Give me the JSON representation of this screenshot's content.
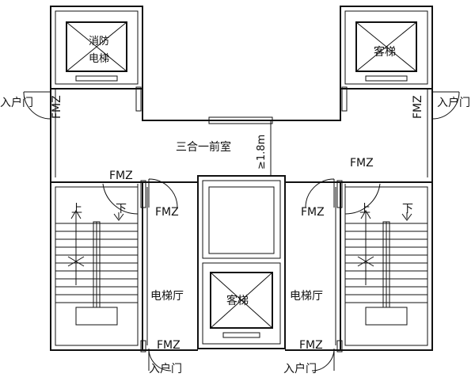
{
  "labels": {
    "fire_elevator_line1": "消防",
    "fire_elevator_line2": "电梯",
    "passenger_elevator": "客梯",
    "passenger_elevator_center": "客梯",
    "combined_lobby": "三合一前室",
    "min_width": "≥1.8m",
    "elevator_hall_left": "电梯厅",
    "elevator_hall_right": "电梯厅",
    "door_fm": "FMZ",
    "entry_door": "入户门",
    "stair_up": "上",
    "stair_down": "下"
  }
}
